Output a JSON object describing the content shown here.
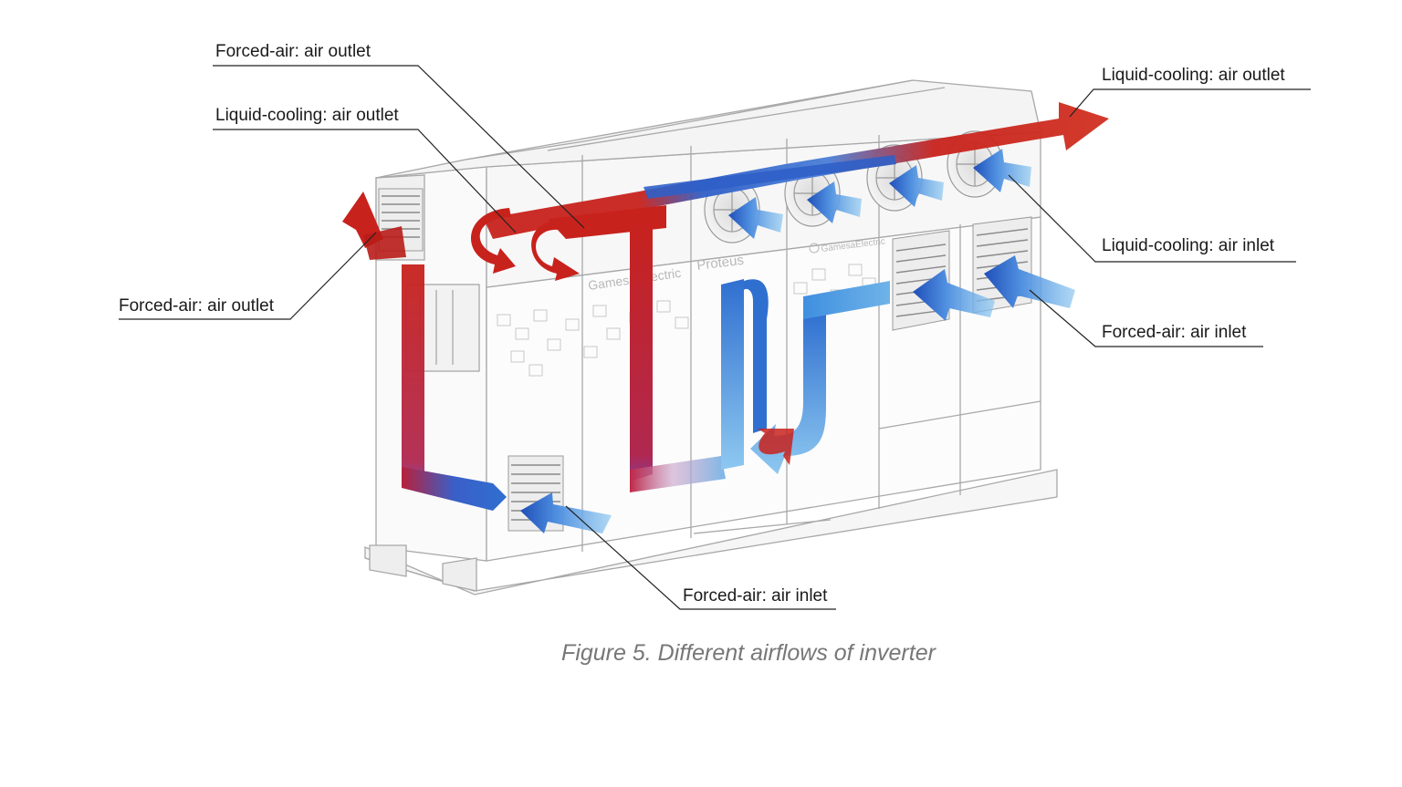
{
  "labels": {
    "forced_air_outlet_top": "Forced-air: air outlet",
    "liquid_cooling_outlet_left": "Liquid-cooling: air outlet",
    "forced_air_outlet_left": "Forced-air: air outlet",
    "liquid_cooling_outlet_right": "Liquid-cooling: air outlet",
    "liquid_cooling_inlet_right": "Liquid-cooling: air inlet",
    "forced_air_inlet_right": "Forced-air: air inlet",
    "forced_air_inlet_bottom": "Forced-air: air inlet"
  },
  "cabinet_branding": {
    "brand": "Gamesa Electric",
    "model": "Proteus",
    "logo": "GamesaElectric"
  },
  "caption": "Figure 5. Different airflows of inverter",
  "colors": {
    "hot_air": "#c8221c",
    "cool_air": "#2f6fd0",
    "light_cool_air": "#6fb3e8",
    "outline": "#9a9a9a",
    "leader_line": "#222222",
    "caption": "#777777"
  }
}
